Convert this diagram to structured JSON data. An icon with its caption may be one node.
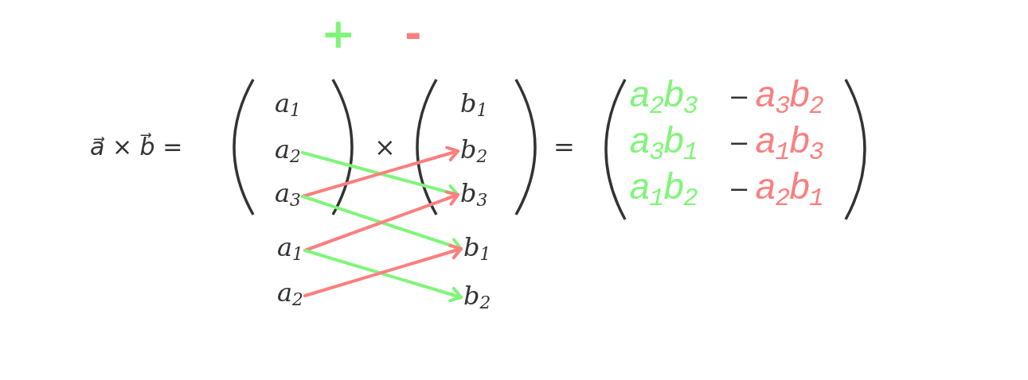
{
  "diagram": {
    "nodes": [
      {
        "text": [
          "a$_{2}$"
        ]
      },
      {
        "text": [
          "a$_{3}$"
        ]
      },
      {
        "text": [
          "a$_{1}$"
        ]
      },
      {
        "text": [
          "a$_{2}$"
        ]
      },
      {
        "text": [
          "b$_{2}$"
        ]
      },
      {
        "text": [
          "b$_{3}$"
        ]
      },
      {
        "text": [
          "b$_{1}$"
        ]
      },
      {
        "text": [
          "b$_{2}$"
        ]
      }
    ],
    "edges": [
      {
        "from": 0,
        "to": 5,
        "arrow": "to",
        "color": "#80f57a"
      },
      {
        "from": 1,
        "to": 4,
        "arrow": "to",
        "color": "#fb7f7f"
      },
      {
        "from": 1,
        "to": 6,
        "arrow": "to",
        "color": "#80f57a"
      },
      {
        "from": 2,
        "to": 5,
        "arrow": "to",
        "color": "#fb7f7f"
      },
      {
        "from": 2,
        "to": 7,
        "arrow": "to",
        "color": "#80f57a"
      },
      {
        "from": 3,
        "to": 6,
        "arrow": "to",
        "color": "#fb7f7f"
      }
    ],
    "labels": [
      "+",
      "-",
      "a⃗ × b⃗ =",
      "a$_{1}$",
      "×",
      "b$_{1}$",
      "=",
      "a$_{2}$b$_{3}$",
      "−",
      "a$_{3}$b$_{2}$",
      "a$_{3}$b$_{1}$",
      "−",
      "a$_{1}$b$_{3}$",
      "a$_{1}$b$_{2}$",
      "−",
      "a$_{2}$b$_{1}$"
    ]
  }
}
